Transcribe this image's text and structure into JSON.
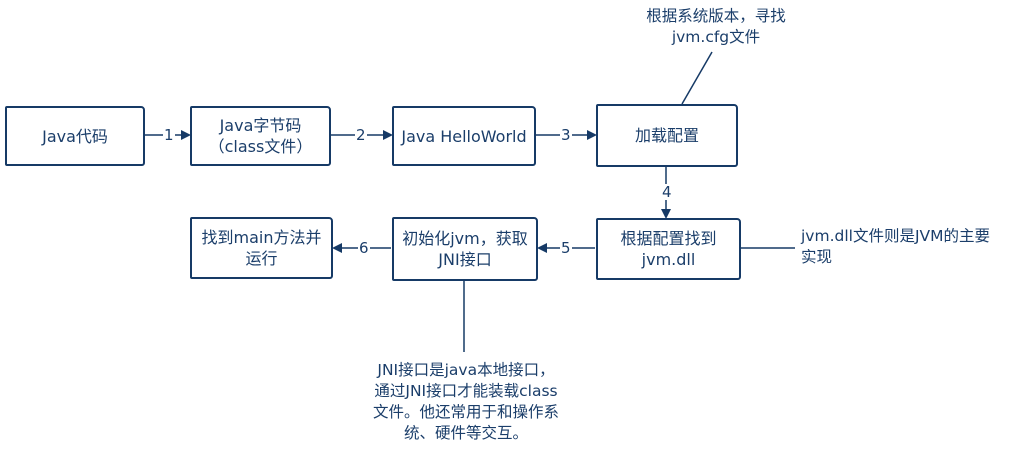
{
  "diagram": {
    "nodes": {
      "java_source": {
        "label": "Java代码"
      },
      "bytecode": {
        "label": "Java字节码\n（class文件）"
      },
      "hello_world": {
        "label": "Java HelloWorld"
      },
      "load_config": {
        "label": "加载配置"
      },
      "find_dll": {
        "label": "根据配置找到\njvm.dll"
      },
      "init_jvm": {
        "label": "初始化jvm，获取\nJNI接口"
      },
      "run_main": {
        "label": "找到main方法并\n运行"
      }
    },
    "edges": {
      "e1": {
        "label": "1"
      },
      "e2": {
        "label": "2"
      },
      "e3": {
        "label": "3"
      },
      "e4": {
        "label": "4"
      },
      "e5": {
        "label": "5"
      },
      "e6": {
        "label": "6"
      }
    },
    "notes": {
      "cfg_note": "根据系统版本，寻找\njvm.cfg文件",
      "dll_note": "jvm.dll文件则是JVM的主要\n实现",
      "jni_note": "JNI接口是java本地接口，\n通过JNI接口才能装载class\n文件。他还常用于和操作系\n统、硬件等交互。"
    },
    "colors": {
      "stroke": "#163a66",
      "text": "#1b3e6a",
      "background": "#ffffff"
    }
  }
}
